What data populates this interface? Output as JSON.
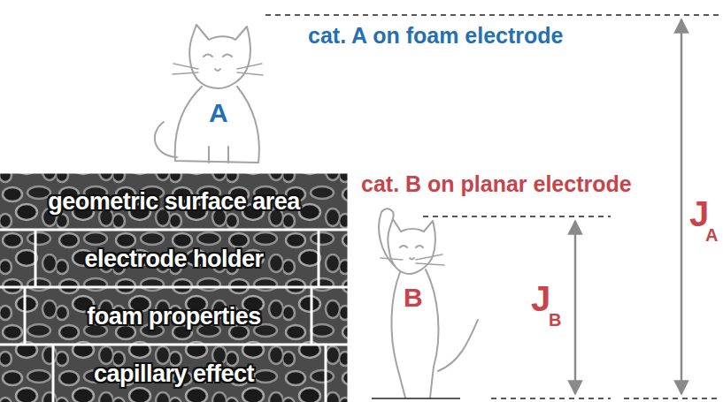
{
  "diagram": {
    "nodes": [
      {
        "text": [
          "geometric surface area"
        ]
      },
      {
        "text": [
          "electrode holder"
        ]
      },
      {
        "text": [
          "foam properties"
        ]
      },
      {
        "text": [
          "capillary effect"
        ]
      }
    ],
    "labels": [
      "cat. A on foam electrode",
      "A",
      "cat. B on planar electrode",
      "B",
      "J",
      "A",
      "J",
      "B"
    ]
  }
}
